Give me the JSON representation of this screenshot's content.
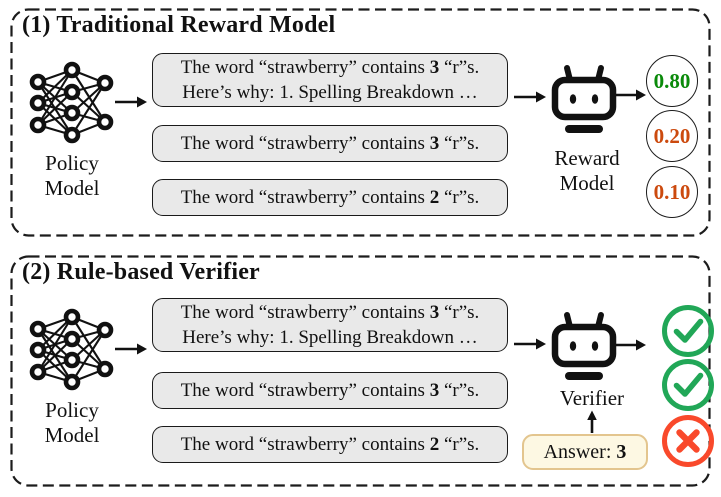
{
  "figure": {
    "type": "comparison-diagram",
    "panels": 2
  },
  "colors": {
    "score_positive_green": "#0a8a0a",
    "score_negative_orange": "#cc4a0e",
    "check_green": "#21a757",
    "cross_red": "#f9492b",
    "bubble_fill": "#e9e9e9",
    "bubble_border": "#1a1a1a",
    "answer_fill": "#fdf8e3",
    "answer_border": "#e3c58e",
    "ink": "#111111"
  },
  "panel1": {
    "title": "(1) Traditional Reward Model",
    "policy_label_line1": "Policy",
    "policy_label_line2": "Model",
    "model_label_line1": "Reward",
    "model_label_line2": "Model",
    "bubbles": [
      {
        "pre": "The word “strawberry” contains ",
        "num": "3",
        "post": " “r”s.",
        "line2": "Here’s why: 1. Spelling Breakdown …"
      },
      {
        "pre": "The word “strawberry” contains ",
        "num": "3",
        "post": " “r”s."
      },
      {
        "pre": "The word “strawberry” contains ",
        "num": "2",
        "post": " “r”s."
      }
    ],
    "scores": [
      {
        "value": "0.80",
        "sentiment": "positive"
      },
      {
        "value": "0.20",
        "sentiment": "negative"
      },
      {
        "value": "0.10",
        "sentiment": "negative"
      }
    ]
  },
  "panel2": {
    "title": "(2) Rule-based Verifier",
    "policy_label_line1": "Policy",
    "policy_label_line2": "Model",
    "verifier_label": "Verifier",
    "bubbles": [
      {
        "pre": "The word “strawberry” contains ",
        "num": "3",
        "post": " “r”s.",
        "line2": "Here’s why: 1. Spelling Breakdown …"
      },
      {
        "pre": "The word “strawberry” contains ",
        "num": "3",
        "post": " “r”s."
      },
      {
        "pre": "The word “strawberry” contains ",
        "num": "2",
        "post": " “r”s."
      }
    ],
    "answer": {
      "pre": "Answer: ",
      "num": "3"
    },
    "results": [
      "check",
      "check",
      "cross"
    ]
  }
}
